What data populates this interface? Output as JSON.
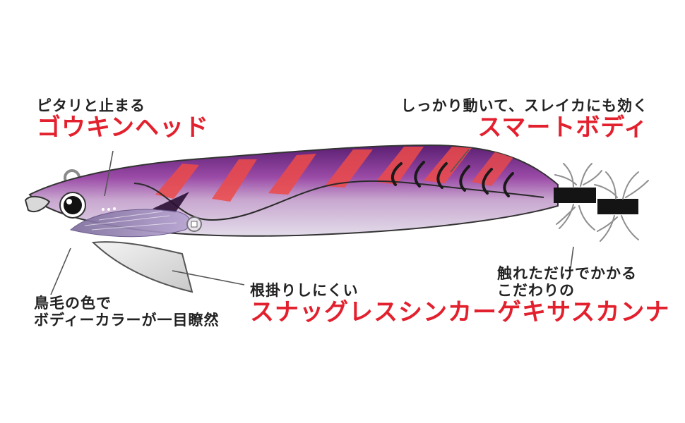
{
  "colors": {
    "accent_red": "#e3202d",
    "text_dark": "#222222",
    "body_purple": "#6f2a86",
    "body_light": "#d7cce3",
    "stripe_red": "#ec4a48",
    "leader_line": "#555555"
  },
  "callouts": {
    "head": {
      "sub": "ピタリと止まる",
      "title": "ゴウキンヘッド"
    },
    "body": {
      "sub": "しっかり動いて、スレイカにも効く",
      "title": "スマートボディ"
    },
    "feather": {
      "line1": "鳥毛の色で",
      "line2": "ボディーカラーが一目瞭然"
    },
    "sinker": {
      "sub": "根掛りしにくい",
      "title": "スナッグレスシンカー"
    },
    "kanna": {
      "line1": "触れただけでかかる",
      "line2": "こだわりの",
      "title": "ゲキサスカンナ"
    }
  }
}
